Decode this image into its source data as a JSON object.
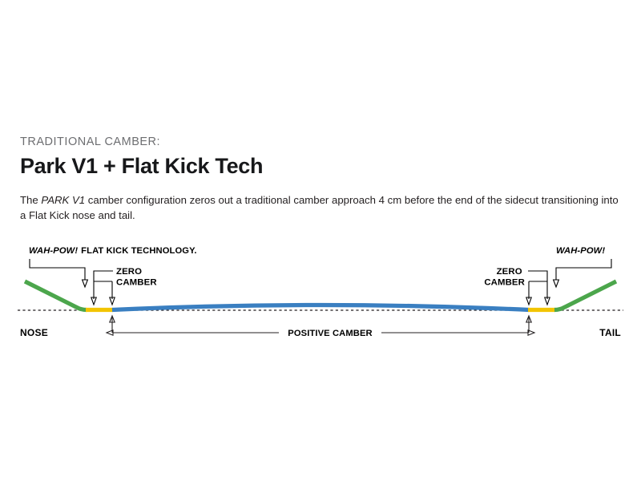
{
  "page": {
    "background_color": "#ffffff"
  },
  "header": {
    "eyebrow": "TRADITIONAL CAMBER:",
    "eyebrow_color": "#6d6e71",
    "headline": "Park V1 + Flat Kick Tech",
    "headline_color": "#17181a"
  },
  "description": {
    "part1": "The ",
    "emphasis": "PARK V1",
    "part2": " camber configuration zeros out a traditional camber approach 4 cm before the end of the sidecut transitioning into a Flat Kick nose and tail."
  },
  "diagram": {
    "title": "snowboard-camber-profile",
    "labels": {
      "flat_kick_italic": "WAH-POW!",
      "flat_kick_rest": "FLAT KICK TECHNOLOGY.",
      "wah_pow_right": "WAH-POW!",
      "zero_camber_line1": "ZERO",
      "zero_camber_line2": "CAMBER",
      "positive_camber": "POSITIVE CAMBER",
      "nose": "NOSE",
      "tail": "TAIL"
    },
    "colors": {
      "nose_tail_kick": "#4ca64c",
      "zero_camber_zone": "#f2c400",
      "positive_camber_zone": "#3a7fc1",
      "baseline": "#231f20",
      "leader_lines": "#000000"
    },
    "segments": [
      {
        "name": "nose-flat-kick",
        "color": "#4ca64c"
      },
      {
        "name": "nose-zero-camber",
        "color": "#f2c400"
      },
      {
        "name": "positive-camber",
        "color": "#3a7fc1"
      },
      {
        "name": "tail-zero-camber",
        "color": "#f2c400"
      },
      {
        "name": "tail-flat-kick",
        "color": "#4ca64c"
      }
    ]
  }
}
